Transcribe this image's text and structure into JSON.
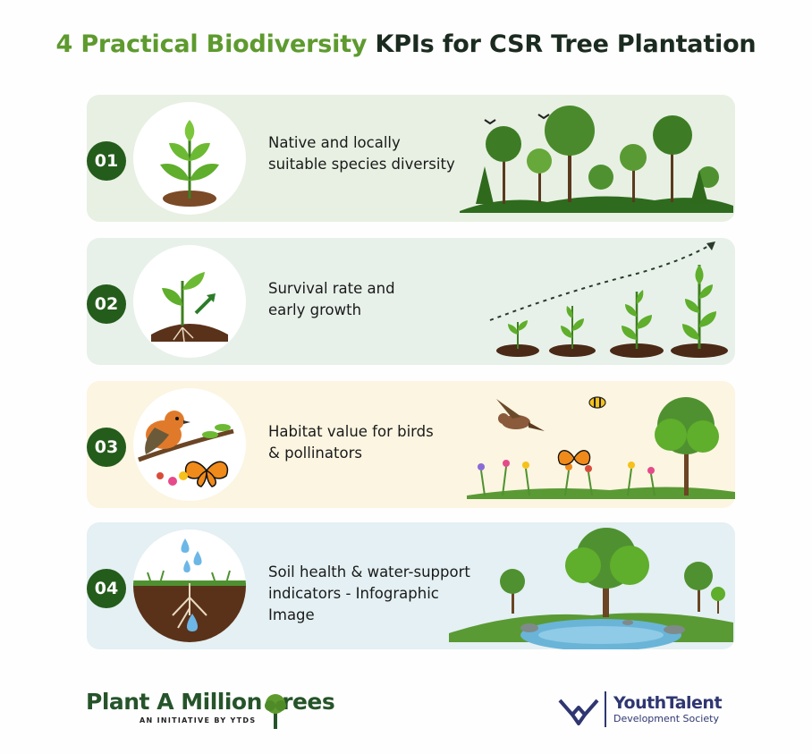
{
  "title": {
    "highlight": "4 Practical Biodiversity",
    "rest": " KPIs for CSR Tree Plantation"
  },
  "colors": {
    "accent_green": "#5e9a2e",
    "badge_green": "#245c1b",
    "brand_navy": "#2f3671"
  },
  "kpis": [
    {
      "number": "01",
      "line1": "Native and locally",
      "line2": "suitable species diversity",
      "line3": "",
      "icon": "seedling-icon",
      "scene": "forest-scene"
    },
    {
      "number": "02",
      "line1": "Survival rate and",
      "line2": "early growth",
      "line3": "",
      "icon": "sprout-growth-icon",
      "scene": "growth-stages-scene"
    },
    {
      "number": "03",
      "line1": "Habitat value for birds",
      "line2": "& pollinators",
      "line3": "",
      "icon": "bird-butterfly-icon",
      "scene": "meadow-scene"
    },
    {
      "number": "04",
      "line1": "Soil health & water-support",
      "line2": "indicators - Infographic",
      "line3": "Image",
      "icon": "soil-water-icon",
      "scene": "pond-scene"
    }
  ],
  "footer": {
    "left_brand_a": "Plant A Million ",
    "left_brand_b": "rees",
    "left_sub": "AN INITIATIVE BY YTDS",
    "right_name": "YouthTalent",
    "right_sub": "Development Society"
  }
}
